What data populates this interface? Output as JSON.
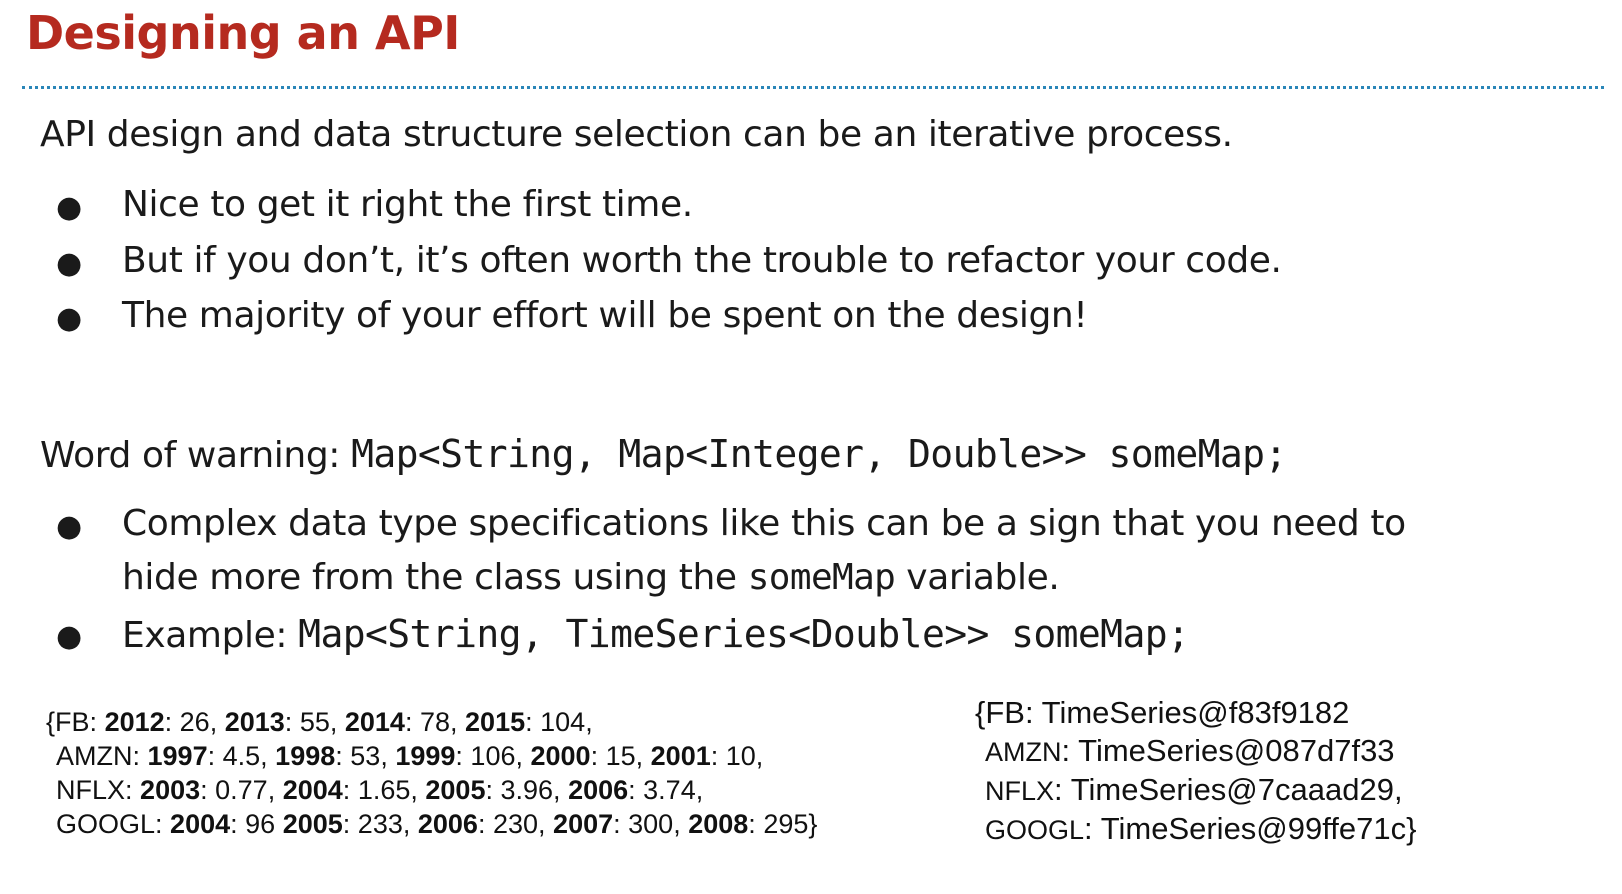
{
  "title": "Designing an API",
  "intro": "API design and data structure selection can be an iterative process.",
  "intro_bullets": [
    "Nice to get it right the first time.",
    "But if you don’t, it’s often worth the trouble to refactor your code.",
    "The majority of your effort will be spent on the design!"
  ],
  "warning": {
    "prefix": "Word of warning:",
    "code": "Map<String, Map<Integer, Double>> someMap;"
  },
  "warning_bullets": {
    "b1_line1": "Complex data type specifications like this can be a sign that you need to",
    "b1_line2_pre": "hide more from the class using the ",
    "b1_line2_code": "someMap",
    "b1_line2_post": " variable.",
    "b2_prefix": "Example:",
    "b2_code": "Map<String, TimeSeries<Double>> someMap;"
  },
  "bullet_glyph": "●",
  "left_map": {
    "open": "{",
    "close": "}",
    "rows": [
      {
        "key": "FB",
        "pairs": [
          [
            "2012",
            "26"
          ],
          [
            "2013",
            "55"
          ],
          [
            "2014",
            "78"
          ],
          [
            "2015",
            "104"
          ]
        ]
      },
      {
        "key": "AMZN",
        "pairs": [
          [
            "1997",
            "4.5"
          ],
          [
            "1998",
            "53"
          ],
          [
            "1999",
            "106"
          ],
          [
            "2000",
            "15"
          ],
          [
            "2001",
            "10"
          ]
        ]
      },
      {
        "key": "NFLX",
        "pairs": [
          [
            "2003",
            "0.77"
          ],
          [
            "2004",
            "1.65"
          ],
          [
            "2005",
            "3.96"
          ],
          [
            "2006",
            "3.74"
          ]
        ]
      },
      {
        "key": "GOOGL",
        "pairs": [
          [
            "2004",
            "96"
          ],
          [
            "2005",
            "233"
          ],
          [
            "2006",
            "230"
          ],
          [
            "2007",
            "300"
          ],
          [
            "2008",
            "295"
          ]
        ]
      }
    ]
  },
  "right_map": {
    "open": "{",
    "close": "}",
    "rows": [
      {
        "key": "FB",
        "value": "TimeSeries@f83f9182"
      },
      {
        "key": "AMZN",
        "value": "TimeSeries@087d7f33"
      },
      {
        "key": "NFLX",
        "value": "TimeSeries@7caaad29"
      },
      {
        "key": "GOOGL",
        "value": "TimeSeries@99ffe71c"
      }
    ]
  },
  "colors": {
    "title": "#b52a1f",
    "rule": "#2a86b8",
    "text": "#1a1a1a"
  }
}
